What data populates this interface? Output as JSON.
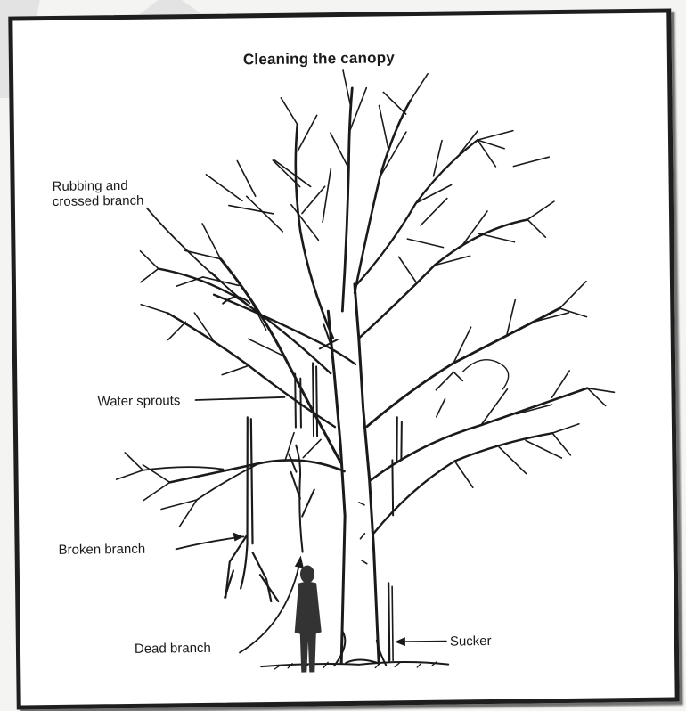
{
  "title": "Cleaning the canopy",
  "labels": {
    "rubbing_line1": "Rubbing and",
    "rubbing_line2": "crossed branch",
    "water_sprouts": "Water sprouts",
    "broken_branch": "Broken branch",
    "dead_branch": "Dead branch",
    "sucker": "Sucker"
  },
  "colors": {
    "ink": "#1a1a1a",
    "frame": "#1e1e1e",
    "watermark": "#dedede",
    "paper": "#ffffff"
  }
}
